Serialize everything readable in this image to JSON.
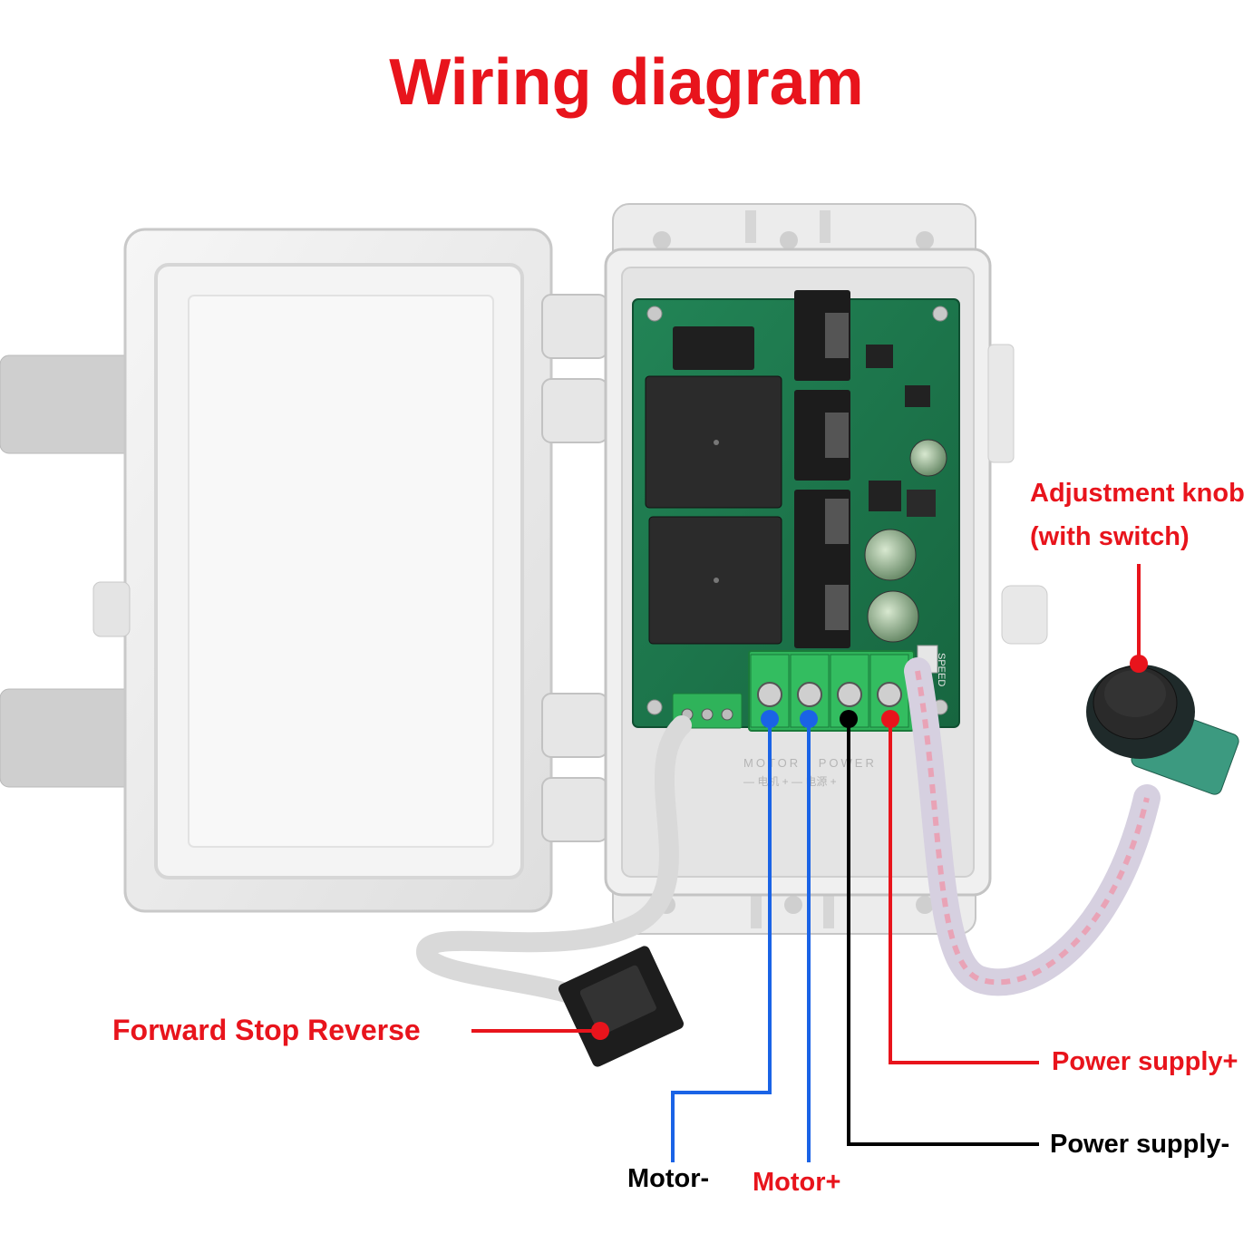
{
  "title": "Wiring diagram",
  "colors": {
    "title": "#e8141c",
    "label_red": "#e8141c",
    "label_black": "#000000",
    "wire_blue": "#1a63e6",
    "wire_red": "#e8141c",
    "wire_black": "#000000",
    "enclosure": "#eeeeee",
    "pcb": "#1e7a4f",
    "terminal": "#2fb35a"
  },
  "labels": {
    "adjustment_knob_line1": "Adjustment knob",
    "adjustment_knob_line2": "(with switch)",
    "forward_stop_reverse": "Forward Stop Reverse",
    "power_supply_plus": "Power supply+",
    "power_supply_minus": "Power supply-",
    "motor_minus": "Motor-",
    "motor_plus": "Motor+"
  },
  "board_marks": {
    "sped": "SPEED",
    "motor_power": "MOTOR | POWER",
    "terminal_polarity": "— 电机 + — 电源 +"
  },
  "icons": [
    "enclosure-lid-icon",
    "enclosure-base-icon",
    "pcb-board-icon",
    "relay-icon",
    "heatsink-icon",
    "capacitor-icon",
    "terminal-block-icon",
    "rotary-knob-icon",
    "rocker-switch-icon",
    "ribbon-cable-icon"
  ]
}
